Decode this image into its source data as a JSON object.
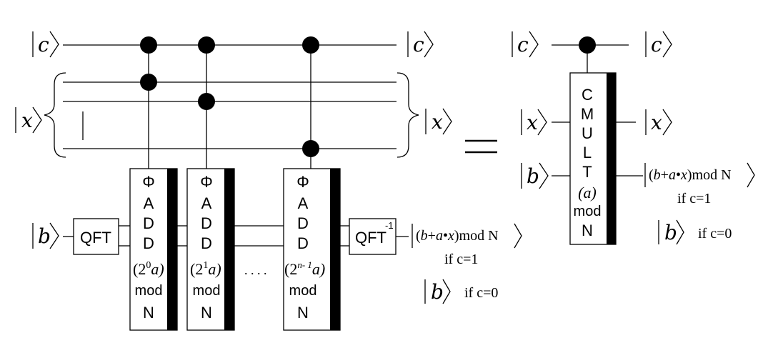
{
  "kets": {
    "c": "c",
    "x": "x",
    "b": "b"
  },
  "gates": {
    "qft": "QFT",
    "iqft": "QFT",
    "iqft_sup": "-1",
    "phi": "Φ",
    "add": [
      "A",
      "D",
      "D"
    ],
    "mod": "mod",
    "n": "N",
    "powers": [
      {
        "base": "(2",
        "exp": "0",
        "tail": "a)"
      },
      {
        "base": "(2",
        "exp": "1",
        "tail": "a)"
      },
      {
        "base": "(2",
        "exp": "n- 1",
        "tail": "a)"
      }
    ],
    "ellipsis": ". . . .",
    "cmult_letters": [
      "C",
      "M",
      "U",
      "L",
      "T"
    ],
    "cmult_a": "(a)"
  },
  "outputs": {
    "expr_main": "(b+a•x)mod N",
    "expr_main_parts": [
      "(",
      "b",
      "+",
      "a",
      "•",
      "x",
      ")mod N"
    ],
    "if_c1": "if c=1",
    "if_c0": "if c=0"
  },
  "equals": "="
}
